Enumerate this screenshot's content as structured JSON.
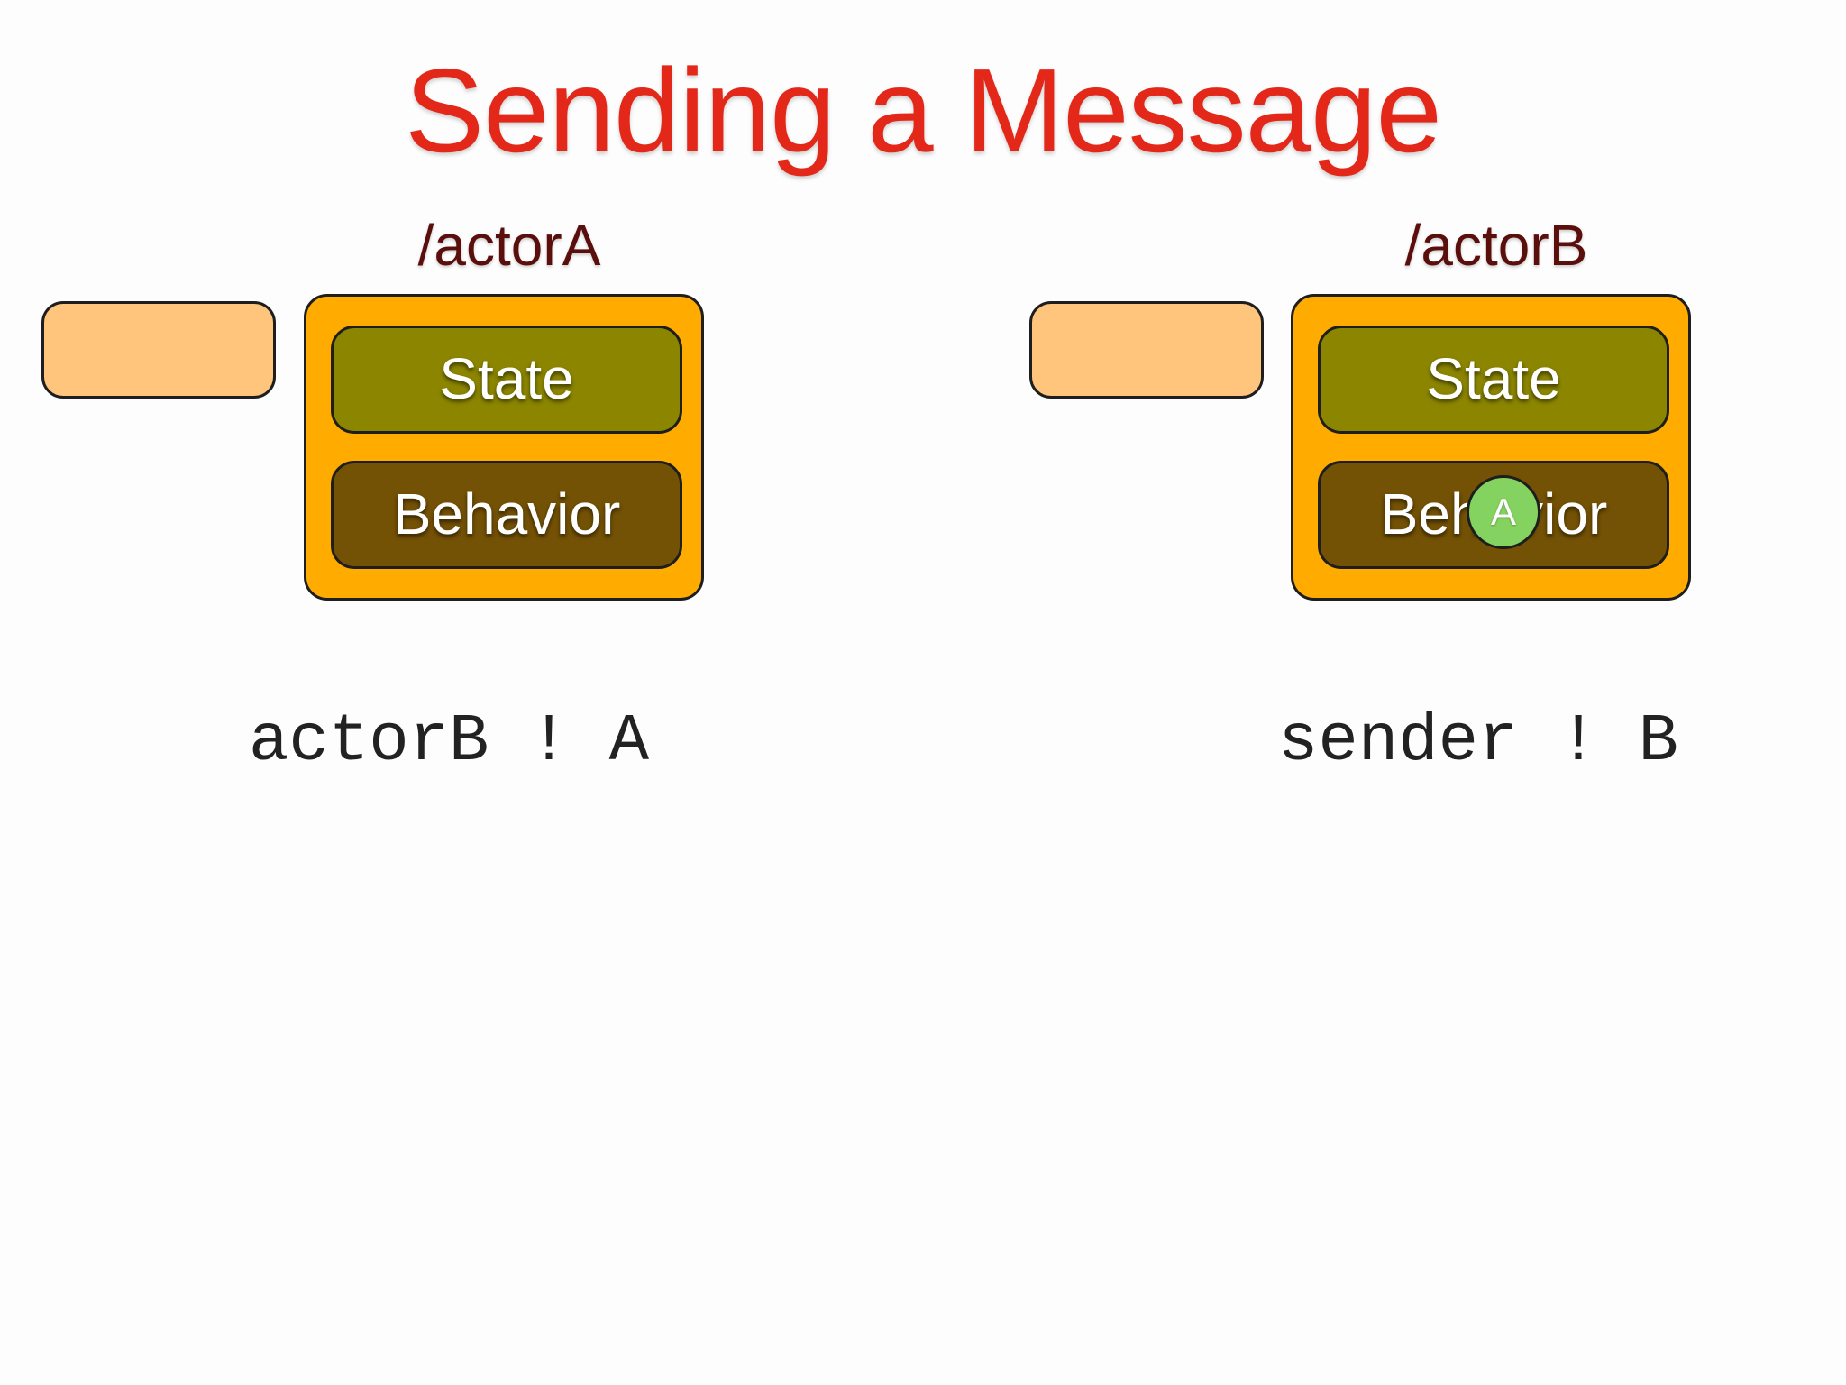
{
  "slide": {
    "title": "Sending a Message"
  },
  "actors": [
    {
      "name": "/actorA",
      "state_label": "State",
      "behavior_label": "Behavior",
      "code": "actorB ! A"
    },
    {
      "name": "/actorB",
      "state_label": "State",
      "behavior_label": "Behavior",
      "message_label": "A",
      "code": "sender ! B"
    }
  ],
  "colors": {
    "title": "#e3281a",
    "actor_name": "#5a0f0c",
    "mailbox": "#ffc57d",
    "actor_box": "#ffab00",
    "state": "#8b8500",
    "behavior": "#735105",
    "message": "#84d25f"
  }
}
